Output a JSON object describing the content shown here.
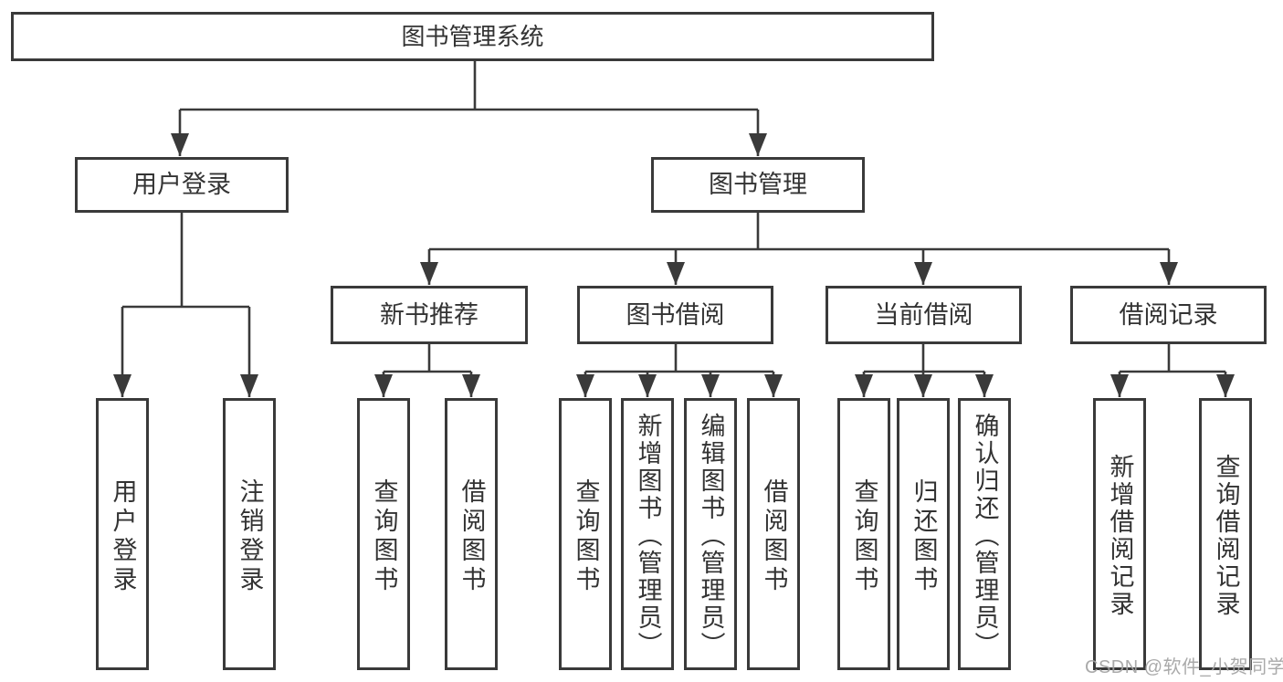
{
  "nodes": {
    "root": "图书管理系统",
    "user_login": "用户登录",
    "book_mgmt": "图书管理",
    "new_books": "新书推荐",
    "book_borrow": "图书借阅",
    "current_borrow": "当前借阅",
    "borrow_records": "借阅记录",
    "leaf_user_login": "用户登录",
    "leaf_logout": "注销登录",
    "leaf_newbook_query": "查询图书",
    "leaf_newbook_borrow": "借阅图书",
    "leaf_borrow_query": "查询图书",
    "leaf_borrow_add": "新增图书（管理员）",
    "leaf_borrow_edit": "编辑图书（管理员）",
    "leaf_borrow_lend": "借阅图书",
    "leaf_current_query": "查询图书",
    "leaf_current_return": "归还图书",
    "leaf_current_confirm": "确认归还（管理员）",
    "leaf_records_add": "新增借阅记录",
    "leaf_records_query": "查询借阅记录"
  },
  "watermark": "CSDN @软件_小贺同学",
  "colors": {
    "line": "#3a3a3a",
    "text": "#333333",
    "watermark": "#a3a3a3"
  }
}
